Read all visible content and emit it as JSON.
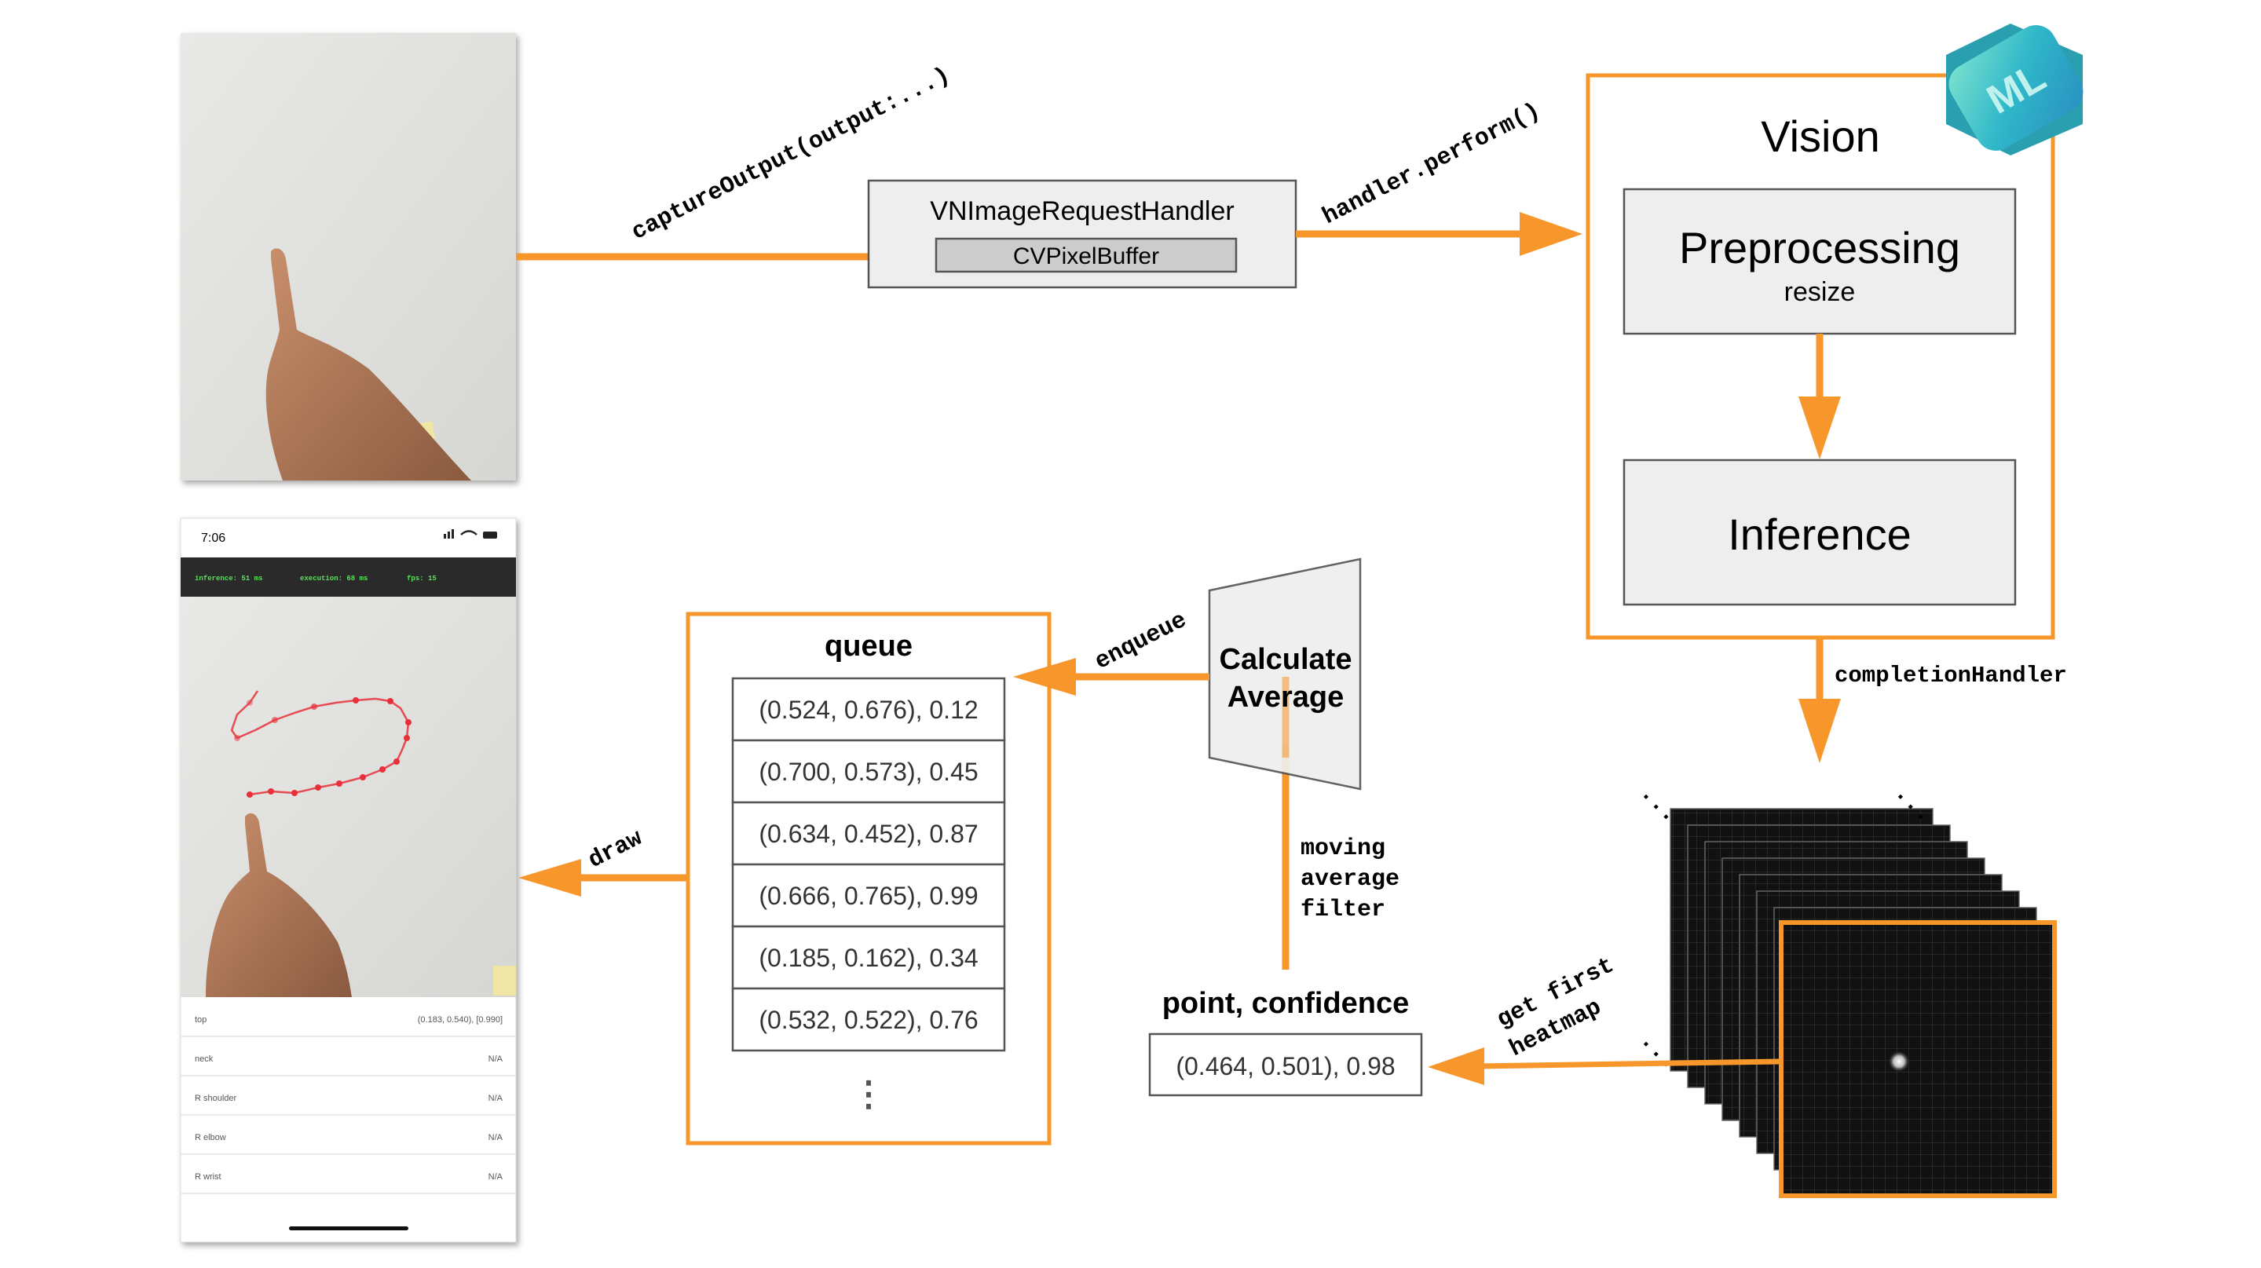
{
  "colors": {
    "accent": "#F7962A",
    "box_fill": "#EEEEEE",
    "box_stroke": "#555555",
    "heatmap_bg": "#111111",
    "grid_line": "#3A3A3A",
    "status_green": "#5AE15A",
    "trail_red": "#E8303A"
  },
  "camera": {
    "label": "captureOutput(output:...)"
  },
  "handler": {
    "title": "VNImageRequestHandler",
    "buffer": "CVPixelBuffer",
    "perform_label": "handler.perform()"
  },
  "vision": {
    "title": "Vision",
    "badge": "ML",
    "preprocessing": {
      "title": "Preprocessing",
      "subtitle": "resize"
    },
    "inference": {
      "title": "Inference"
    }
  },
  "completion_label": "completionHandler",
  "heatmap": {
    "get_first_label": [
      "get first",
      "heatmap"
    ],
    "ellipsis": "..."
  },
  "point": {
    "title": "point, confidence",
    "value": "(0.464, 0.501), 0.98"
  },
  "filter_label": [
    "moving",
    "average",
    "filter"
  ],
  "average": {
    "title": [
      "Calculate",
      "Average"
    ]
  },
  "enqueue_label": "enqueue",
  "queue": {
    "title": "queue",
    "items": [
      "(0.524, 0.676), 0.12",
      "(0.700, 0.573), 0.45",
      "(0.634, 0.452), 0.87",
      "(0.666, 0.765), 0.99",
      "(0.185, 0.162), 0.34",
      "(0.532, 0.522), 0.76"
    ],
    "more": "⋮"
  },
  "draw_label": "draw",
  "phone": {
    "time": "7:06",
    "status_items": [
      "inference: 51 ms",
      "execution: 68 ms",
      "fps: 15"
    ],
    "rows": [
      {
        "label": "top",
        "value": "(0.183, 0.540), [0.990]"
      },
      {
        "label": "neck",
        "value": "N/A"
      },
      {
        "label": "R shoulder",
        "value": "N/A"
      },
      {
        "label": "R elbow",
        "value": "N/A"
      },
      {
        "label": "R wrist",
        "value": "N/A"
      }
    ]
  }
}
